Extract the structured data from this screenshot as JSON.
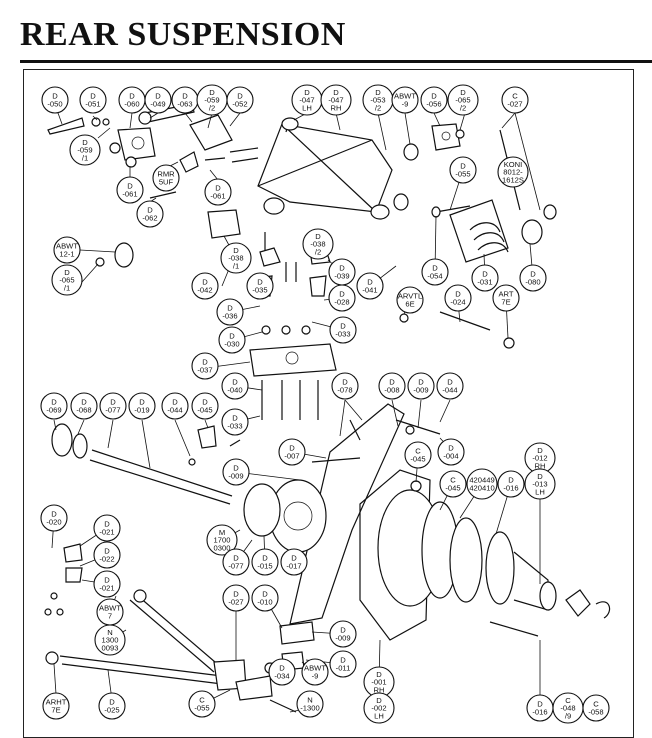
{
  "title": "REAR SUSPENSION",
  "labels": [
    {
      "lines": [
        "D",
        "-050"
      ]
    },
    {
      "lines": [
        "D",
        "-051"
      ]
    },
    {
      "lines": [
        "D",
        "-060"
      ]
    },
    {
      "lines": [
        "D",
        "-049"
      ]
    },
    {
      "lines": [
        "D",
        "-063"
      ]
    },
    {
      "lines": [
        "D",
        "-059",
        "/2"
      ]
    },
    {
      "lines": [
        "D",
        "-052"
      ]
    },
    {
      "lines": [
        "D",
        "-047",
        "LH"
      ]
    },
    {
      "lines": [
        "D",
        "-047",
        "RH"
      ]
    },
    {
      "lines": [
        "D",
        "-053",
        "/2"
      ]
    },
    {
      "lines": [
        "ABWT",
        "-9"
      ]
    },
    {
      "lines": [
        "D",
        "-056"
      ]
    },
    {
      "lines": [
        "D",
        "-065",
        "/2"
      ]
    },
    {
      "lines": [
        "C",
        "-027"
      ]
    },
    {
      "lines": [
        "D",
        "-059",
        "/1"
      ]
    },
    {
      "lines": [
        "RMR",
        "5UF"
      ]
    },
    {
      "lines": [
        "D",
        "-061"
      ]
    },
    {
      "lines": [
        "D",
        "-061"
      ]
    },
    {
      "lines": [
        "D",
        "-062"
      ]
    },
    {
      "lines": [
        "D",
        "-055"
      ]
    },
    {
      "lines": [
        "KONI",
        "8012-",
        "1612S"
      ]
    },
    {
      "lines": [
        "ABWT",
        "12-1"
      ]
    },
    {
      "lines": [
        "D",
        "-065",
        "/1"
      ]
    },
    {
      "lines": [
        "D",
        "-038",
        "/2"
      ]
    },
    {
      "lines": [
        "D",
        "-038",
        "/1"
      ]
    },
    {
      "lines": [
        "D",
        "-039"
      ]
    },
    {
      "lines": [
        "D",
        "-041"
      ]
    },
    {
      "lines": [
        "D",
        "-042"
      ]
    },
    {
      "lines": [
        "D",
        "-035"
      ]
    },
    {
      "lines": [
        "D",
        "-028"
      ]
    },
    {
      "lines": [
        "D",
        "-054"
      ]
    },
    {
      "lines": [
        "D",
        "-031"
      ]
    },
    {
      "lines": [
        "D",
        "-080"
      ]
    },
    {
      "lines": [
        "ARVTL",
        "6E"
      ]
    },
    {
      "lines": [
        "D",
        "-024"
      ]
    },
    {
      "lines": [
        "ART",
        "7E"
      ]
    },
    {
      "lines": [
        "D",
        "-036"
      ]
    },
    {
      "lines": [
        "D",
        "-033"
      ]
    },
    {
      "lines": [
        "D",
        "-030"
      ]
    },
    {
      "lines": [
        "D",
        "-037"
      ]
    },
    {
      "lines": [
        "D",
        "-040"
      ]
    },
    {
      "lines": [
        "D",
        "-033"
      ]
    },
    {
      "lines": [
        "D",
        "-078"
      ]
    },
    {
      "lines": [
        "D",
        "-008"
      ]
    },
    {
      "lines": [
        "D",
        "-009"
      ]
    },
    {
      "lines": [
        "D",
        "-044"
      ]
    },
    {
      "lines": [
        "D",
        "-069"
      ]
    },
    {
      "lines": [
        "D",
        "-068"
      ]
    },
    {
      "lines": [
        "D",
        "-077"
      ]
    },
    {
      "lines": [
        "D",
        "-019"
      ]
    },
    {
      "lines": [
        "D",
        "-044"
      ]
    },
    {
      "lines": [
        "D",
        "-045"
      ]
    },
    {
      "lines": [
        "D",
        "-007"
      ]
    },
    {
      "lines": [
        "D",
        "-004"
      ]
    },
    {
      "lines": [
        "C",
        "-045"
      ]
    },
    {
      "lines": [
        "D",
        "-009"
      ]
    },
    {
      "lines": [
        "C",
        "-045"
      ]
    },
    {
      "lines": [
        "420449",
        "420410"
      ]
    },
    {
      "lines": [
        "D",
        "-016"
      ]
    },
    {
      "lines": [
        "D",
        "-012",
        "RH"
      ]
    },
    {
      "lines": [
        "D",
        "-013",
        "LH"
      ]
    },
    {
      "lines": [
        "D",
        "-020"
      ]
    },
    {
      "lines": [
        "D",
        "-021"
      ]
    },
    {
      "lines": [
        "D",
        "-022"
      ]
    },
    {
      "lines": [
        "D",
        "-021"
      ]
    },
    {
      "lines": [
        "M",
        "1700",
        "0300"
      ]
    },
    {
      "lines": [
        "D",
        "-077"
      ]
    },
    {
      "lines": [
        "D",
        "-015"
      ]
    },
    {
      "lines": [
        "D",
        "-017"
      ]
    },
    {
      "lines": [
        "D",
        "-027"
      ]
    },
    {
      "lines": [
        "D",
        "-010"
      ]
    },
    {
      "lines": [
        "ABWT",
        "7"
      ]
    },
    {
      "lines": [
        "N",
        "1300",
        "0093"
      ]
    },
    {
      "lines": [
        "D",
        "-009"
      ]
    },
    {
      "lines": [
        "D",
        "-011"
      ]
    },
    {
      "lines": [
        "D",
        "-034"
      ]
    },
    {
      "lines": [
        "ABWT",
        "-9"
      ]
    },
    {
      "lines": [
        "D",
        "-001",
        "RH"
      ]
    },
    {
      "lines": [
        "D",
        "-002",
        "LH"
      ]
    },
    {
      "lines": [
        "ARHT",
        "7E"
      ]
    },
    {
      "lines": [
        "D",
        "-025"
      ]
    },
    {
      "lines": [
        "C",
        "-055"
      ]
    },
    {
      "lines": [
        "N",
        "-1300"
      ]
    },
    {
      "lines": [
        "D",
        "-016"
      ]
    },
    {
      "lines": [
        "C",
        "-048",
        "/9"
      ]
    },
    {
      "lines": [
        "C",
        "-058"
      ]
    }
  ]
}
